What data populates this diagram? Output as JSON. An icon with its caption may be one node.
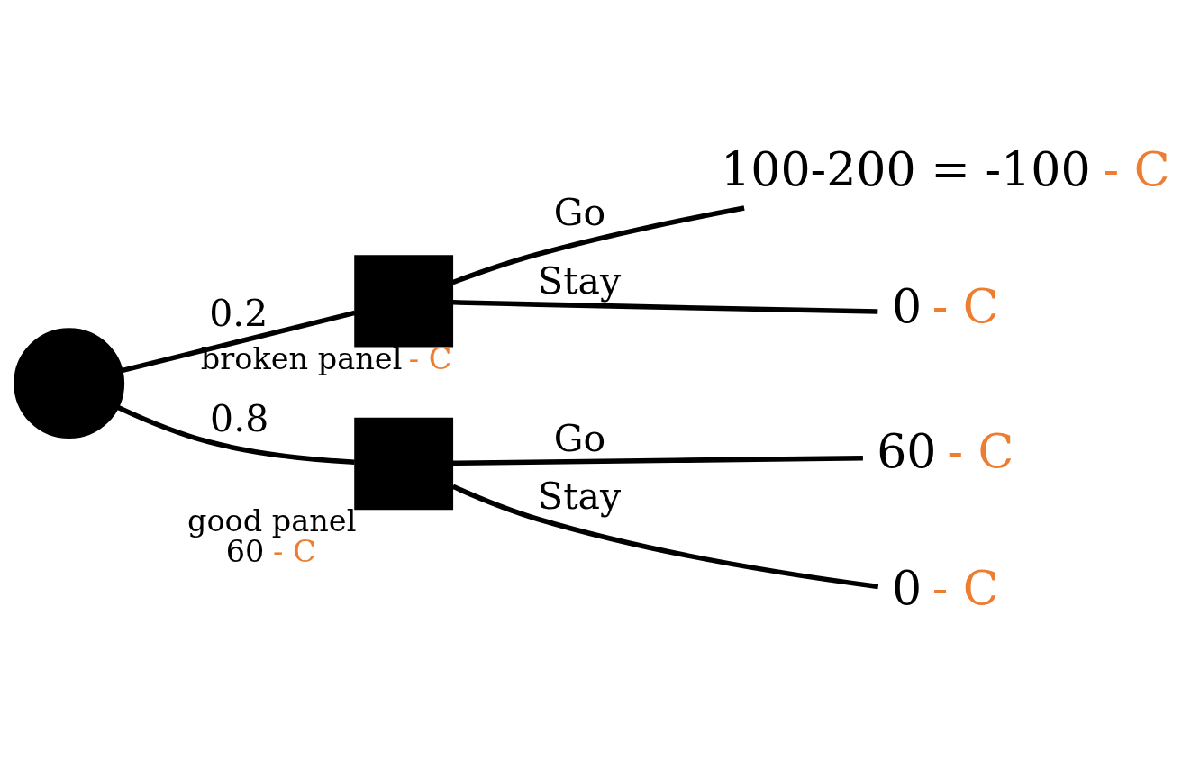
{
  "diagram": {
    "nodes": [
      {
        "text": [],
        "shape": "circle"
      },
      {
        "text": [],
        "shape": "box",
        "beside": [
          "broken panel",
          "- C"
        ]
      },
      {
        "text": [],
        "shape": "box",
        "beside": [
          "good panel",
          "60",
          "- C"
        ]
      },
      {
        "text": [
          "100-200 = -100",
          "- C"
        ]
      },
      {
        "text": [
          "0",
          "- C"
        ]
      },
      {
        "text": [
          "60",
          "- C"
        ]
      },
      {
        "text": [
          "0",
          "- C"
        ]
      }
    ],
    "edges": [
      {
        "from": 0,
        "to": 1,
        "arrow": "none",
        "label": "0.2"
      },
      {
        "from": 0,
        "to": 2,
        "arrow": "none",
        "label": "0.8"
      },
      {
        "from": 1,
        "to": 3,
        "arrow": "none",
        "label": "Go"
      },
      {
        "from": 1,
        "to": 4,
        "arrow": "none",
        "label": "Stay"
      },
      {
        "from": 2,
        "to": 5,
        "arrow": "none",
        "label": "Go"
      },
      {
        "from": 2,
        "to": 6,
        "arrow": "none",
        "label": "Stay"
      }
    ]
  }
}
